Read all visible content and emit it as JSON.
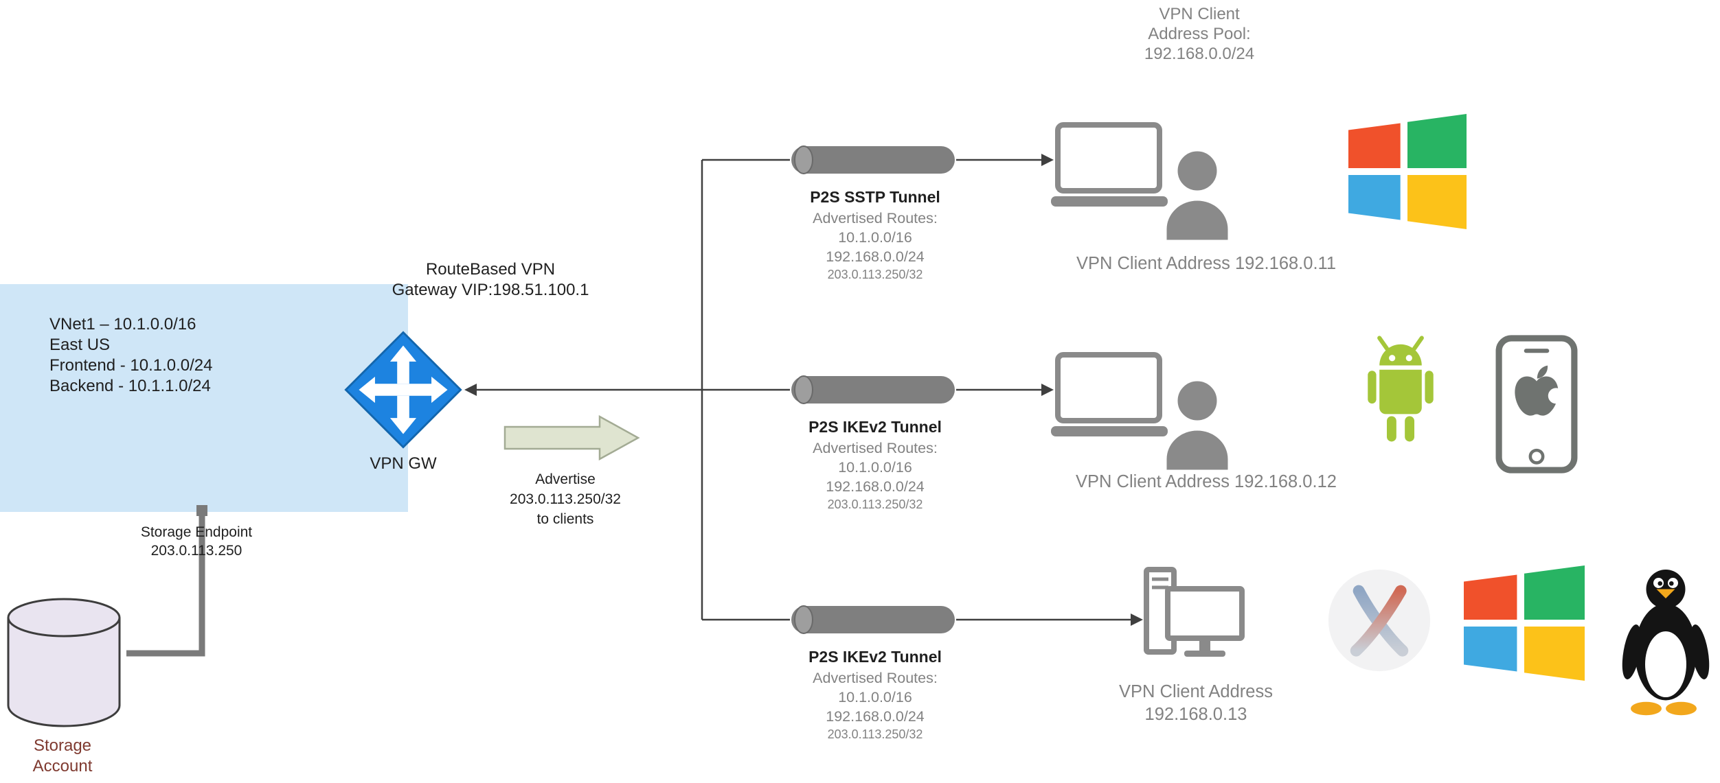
{
  "pool_label": "VPN Client\nAddress Pool:\n192.168.0.0/24",
  "vnet_label": "VNet1 – 10.1.0.0/16\nEast US\nFrontend - 10.1.0.0/24\nBackend - 10.1.1.0/24",
  "gateway_caption": "RouteBased VPN\nGateway VIP:198.51.100.1",
  "gateway_name": "VPN GW",
  "advertise_label": "Advertise\n203.0.113.250/32\nto clients",
  "storage_endpoint_label": "Storage Endpoint\n203.0.113.250",
  "storage_account_label": "Storage\nAccount",
  "tunnels": [
    {
      "title": "P2S SSTP Tunnel",
      "routes_heading": "Advertised Routes:",
      "routes": [
        "10.1.0.0/16",
        "192.168.0.0/24",
        "203.0.113.250/32"
      ],
      "client": "VPN Client Address 192.168.0.11"
    },
    {
      "title": "P2S IKEv2 Tunnel",
      "routes_heading": "Advertised Routes:",
      "routes": [
        "10.1.0.0/16",
        "192.168.0.0/24",
        "203.0.113.250/32"
      ],
      "client": "VPN Client Address 192.168.0.12"
    },
    {
      "title": "P2S IKEv2 Tunnel",
      "routes_heading": "Advertised Routes:",
      "routes": [
        "10.1.0.0/16",
        "192.168.0.0/24",
        "203.0.113.250/32"
      ],
      "client": "VPN Client Address\n192.168.0.13"
    }
  ],
  "icons": {
    "vpn_gateway": "blue-diamond-cross-arrows",
    "tunnel": "gray-pipe-cylinder",
    "client_device": "laptop-with-user",
    "desktop_client": "desktop-computer",
    "windows": "windows-flag-logo",
    "android": "android-robot-logo",
    "ios": "iphone-with-apple-logo",
    "macos": "osx-circle-x-logo",
    "linux": "tux-penguin-logo",
    "storage": "storage-cylinder",
    "advertise": "right-block-arrow"
  },
  "colors": {
    "vnet_fill": "#cfe6f7",
    "gateway_blue": "#1d83e0",
    "pipe_gray": "#7f7f7f",
    "muted_text": "#828282",
    "dark_text": "#1f1f1f",
    "storage_label": "#7f3a30",
    "advertise_fill": "#dfe4d0",
    "android_green": "#a4c639",
    "windows_panes": [
      "#f0512b",
      "#28b463",
      "#3fa9e1",
      "#fcc219"
    ],
    "tux_orange": "#f2a71c"
  }
}
